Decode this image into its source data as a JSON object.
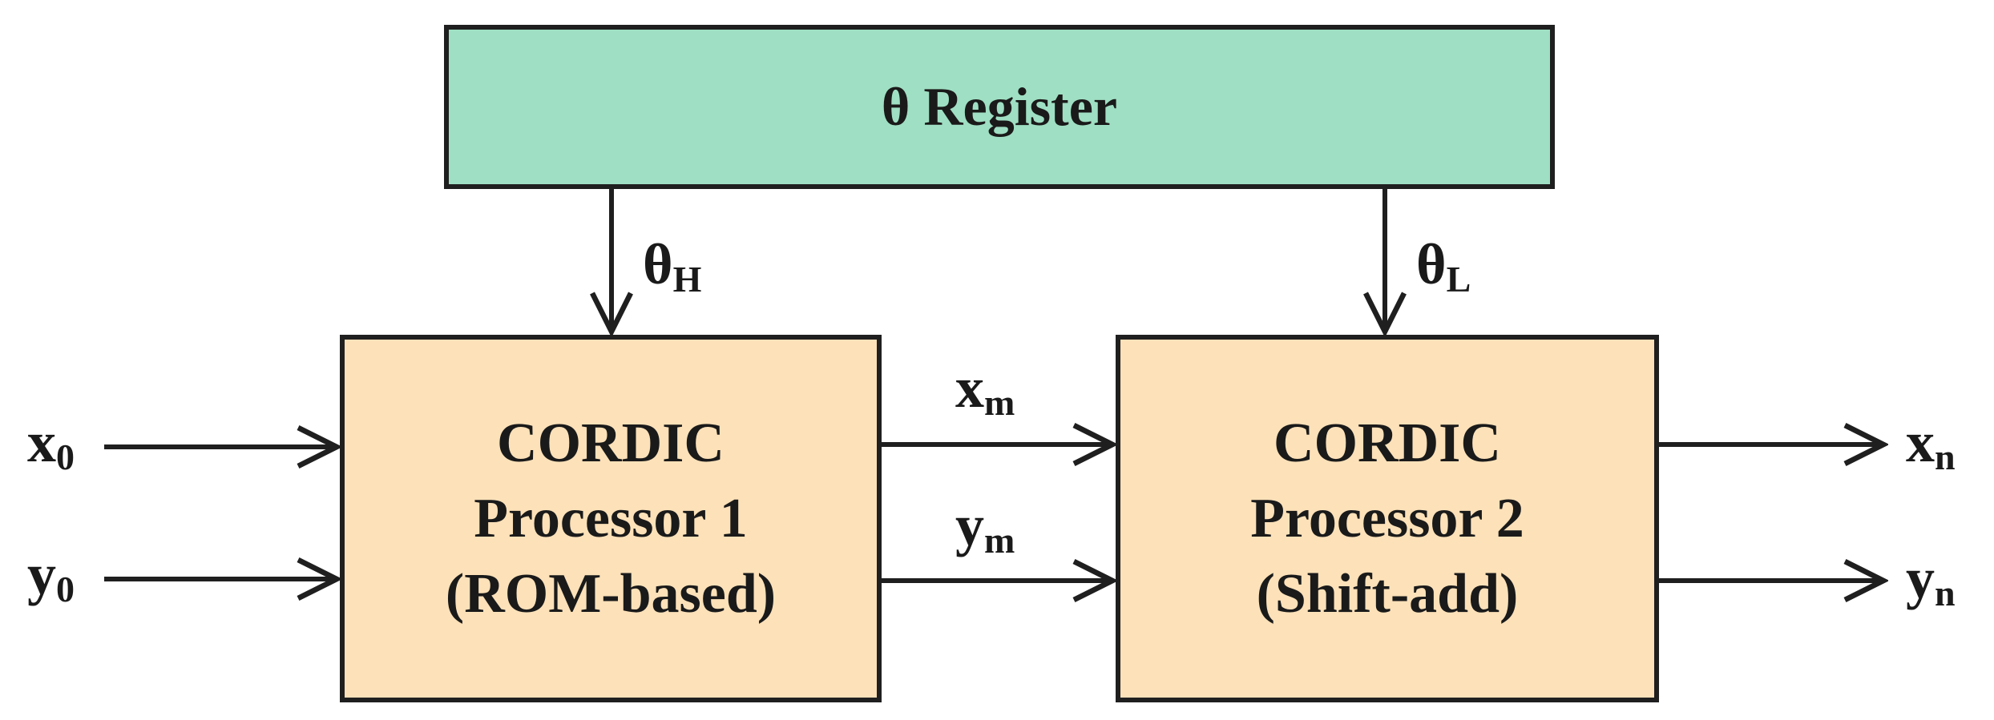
{
  "register": {
    "label": "θ Register"
  },
  "processor1": {
    "line1": "CORDIC",
    "line2": "Processor 1",
    "line3": "(ROM-based)"
  },
  "processor2": {
    "line1": "CORDIC",
    "line2": "Processor 2",
    "line3": "(Shift-add)"
  },
  "signals": {
    "theta_high": {
      "base": "θ",
      "sub": "H"
    },
    "theta_low": {
      "base": "θ",
      "sub": "L"
    },
    "x_in": {
      "base": "x",
      "sub": "0"
    },
    "y_in": {
      "base": "y",
      "sub": "0"
    },
    "x_mid": {
      "base": "x",
      "sub": "m"
    },
    "y_mid": {
      "base": "y",
      "sub": "m"
    },
    "x_out": {
      "base": "x",
      "sub": "n"
    },
    "y_out": {
      "base": "y",
      "sub": "n"
    }
  },
  "colors": {
    "register_fill": "#9fdfc3",
    "processor_fill": "#fce1b9",
    "stroke": "#1f1f1f"
  }
}
